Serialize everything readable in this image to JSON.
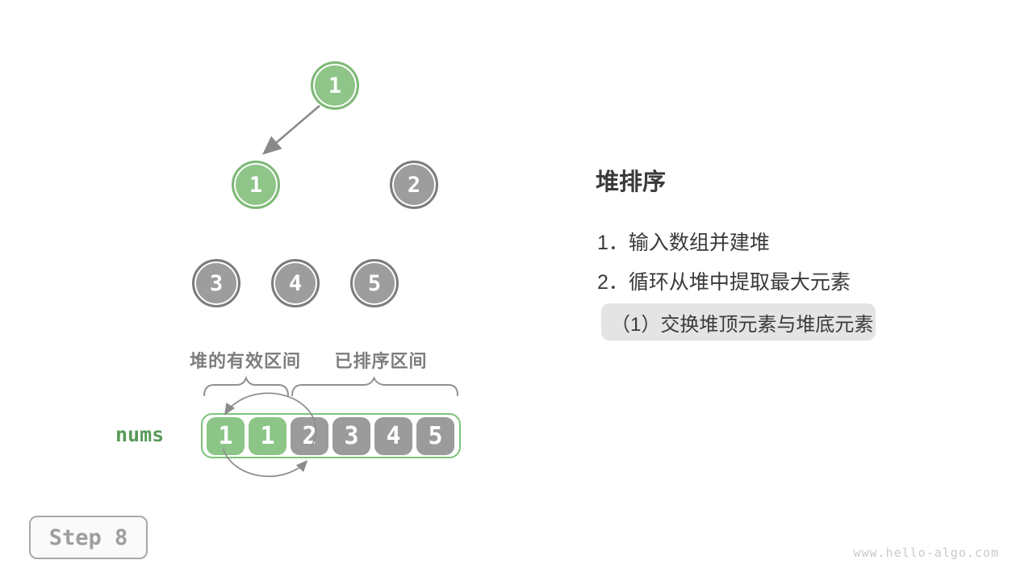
{
  "palette": {
    "green_fill": "#8fc588",
    "green_ring": "#7fb877",
    "gray_fill": "#9d9d9d",
    "gray_ring": "#7c7c7c",
    "cell_green": "#8cc587",
    "cell_gray": "#9b9b9b",
    "array_border_green": "#7cc47c",
    "nums_label_green": "#579a58",
    "connector_gray": "#8f8f8f",
    "range_label_gray": "#7d7d7d",
    "text_dark": "#3a3a3a",
    "highlight_bg": "#e4e4e4",
    "badge_gray": "#9e9e9e",
    "watermark_gray": "#c9c9c9"
  },
  "tree": {
    "nodes": [
      {
        "value": "1",
        "state": "heap-active"
      },
      {
        "value": "1",
        "state": "heap-active"
      },
      {
        "value": "2",
        "state": "sorted"
      },
      {
        "value": "3",
        "state": "sorted"
      },
      {
        "value": "4",
        "state": "sorted"
      },
      {
        "value": "5",
        "state": "sorted"
      }
    ]
  },
  "array": {
    "label": "nums",
    "heap_range_label": "堆的有效区间",
    "sorted_range_label": "已排序区间",
    "cells": [
      {
        "value": "1",
        "state": "heap-active"
      },
      {
        "value": "1",
        "state": "heap-active"
      },
      {
        "value": "2",
        "state": "sorted"
      },
      {
        "value": "3",
        "state": "sorted"
      },
      {
        "value": "4",
        "state": "sorted"
      },
      {
        "value": "5",
        "state": "sorted"
      }
    ]
  },
  "panel": {
    "title": "堆排序",
    "steps": [
      {
        "label": "1．输入数组并建堆"
      },
      {
        "label": "2．循环从堆中提取最大元素"
      }
    ],
    "substep": {
      "label": "（1）交换堆顶元素与堆底元素"
    }
  },
  "step_badge": {
    "label": "Step 8"
  },
  "watermark": "www.hello-algo.com"
}
